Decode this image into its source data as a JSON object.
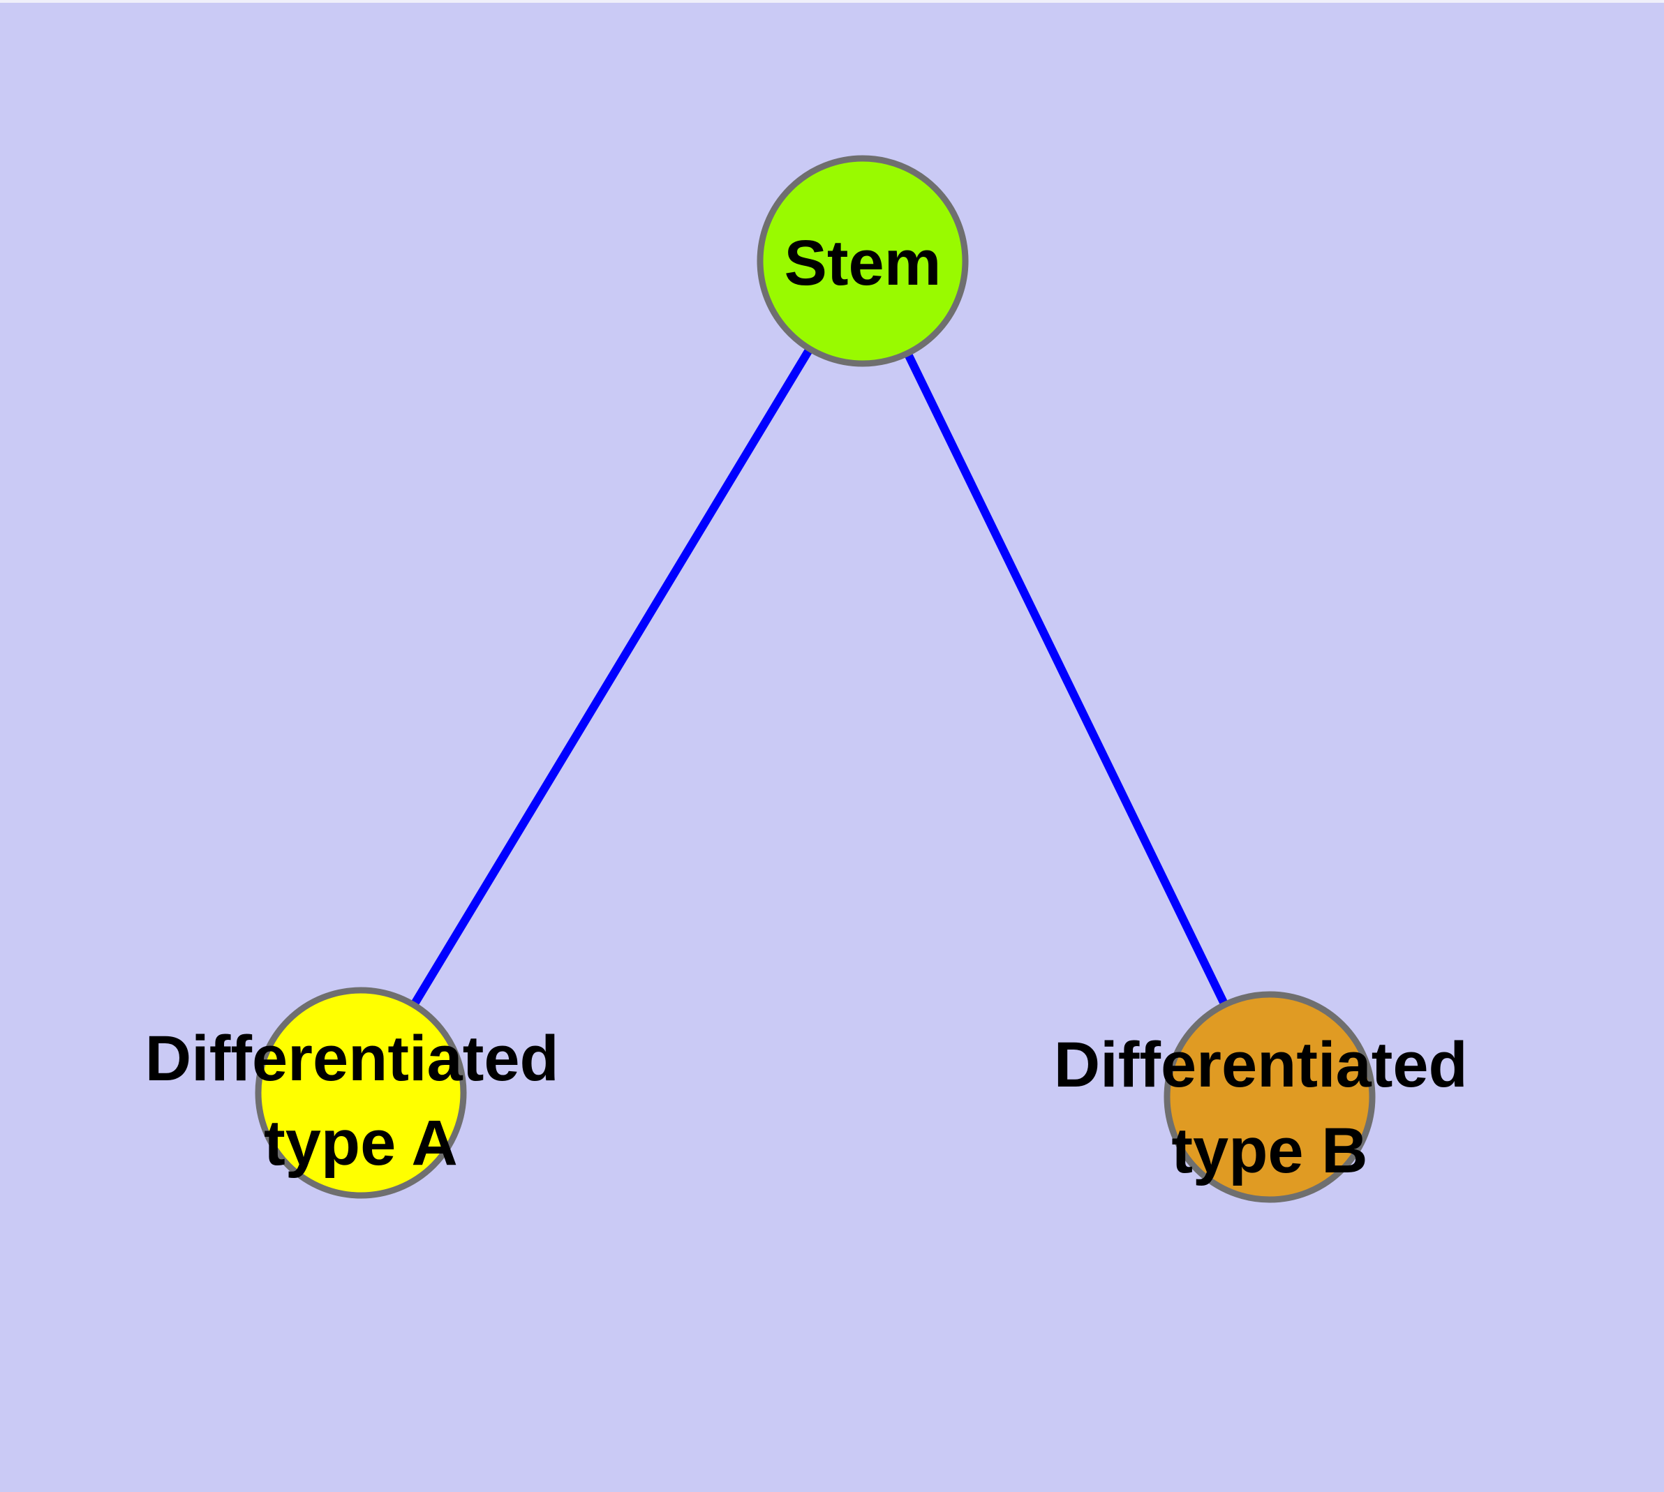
{
  "diagram": {
    "background_color": "#cacaf5",
    "top_edge_strip_color": "#f0f0fa",
    "edge_color": "#0000ff",
    "node_border_color": "#6f6f6f",
    "label_color": "#000000",
    "nodes": {
      "stem": {
        "label": "Stem",
        "fill_color": "#99fa00"
      },
      "type_a": {
        "label_line1": "Differentiated",
        "label_line2": "type A",
        "label_full": "Differentiated type A",
        "fill_color": "#ffff00"
      },
      "type_b": {
        "label_line1": "Differentiated",
        "label_line2": "type B",
        "label_full": "Differentiated type B",
        "fill_color": "#e09b23"
      }
    },
    "edges": [
      {
        "from": "Stem",
        "to": "Differentiated type A"
      },
      {
        "from": "Stem",
        "to": "Differentiated type B"
      }
    ]
  }
}
